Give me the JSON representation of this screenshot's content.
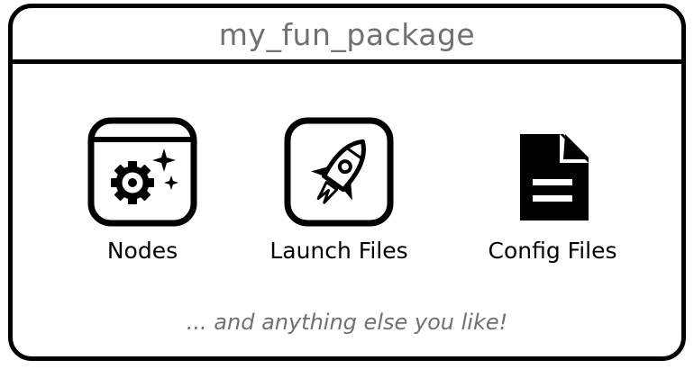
{
  "package": {
    "title": "my_fun_package"
  },
  "items": [
    {
      "label": "Nodes",
      "icon": "gear-window-icon"
    },
    {
      "label": "Launch Files",
      "icon": "rocket-icon"
    },
    {
      "label": "Config Files",
      "icon": "document-icon"
    }
  ],
  "footer_note": "... and anything else you like!"
}
